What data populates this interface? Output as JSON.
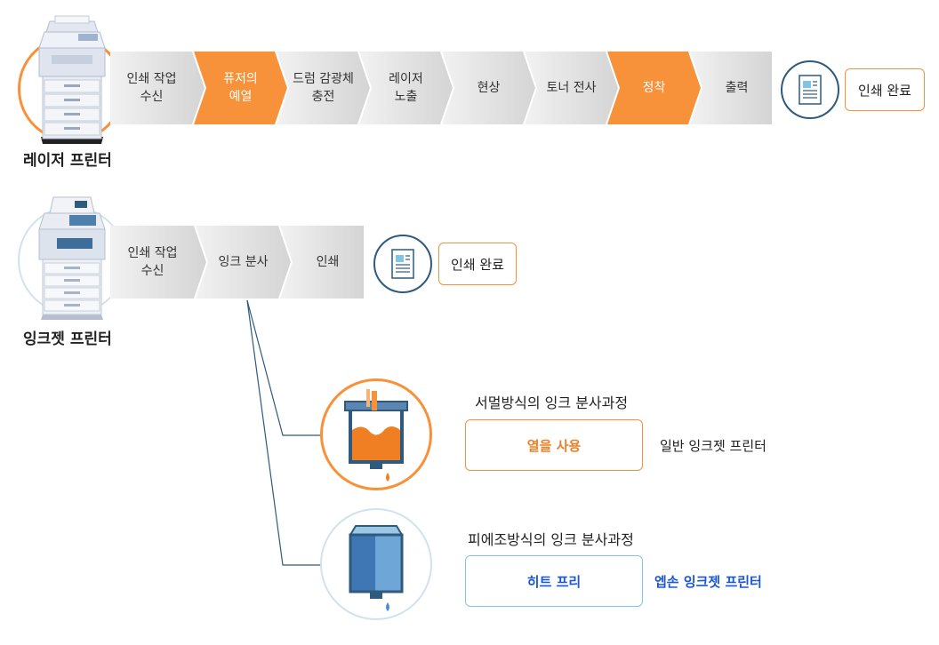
{
  "laser": {
    "label": "레이저 프린터",
    "steps": [
      "인쇄 작업\n수신",
      "퓨저의\n예열",
      "드럼 감광체\n충전",
      "레이저\n노출",
      "현상",
      "토너 전사",
      "정착",
      "출력"
    ],
    "highlighted": [
      1,
      6
    ],
    "done": "인쇄 완료"
  },
  "inkjet": {
    "label": "잉크젯 프린터",
    "steps": [
      "인쇄 작업\n수신",
      "잉크 분사",
      "인쇄"
    ],
    "done": "인쇄 완료"
  },
  "methods": {
    "thermal": {
      "title": "서멀방식의 잉크 분사과정",
      "box": "열을 사용",
      "note": "일반 잉크젯 프린터"
    },
    "piezo": {
      "title": "피에조방식의 잉크 분사과정",
      "box": "히트 프리",
      "note": "엡손 잉크젯 프린터"
    }
  },
  "colors": {
    "orange": "#f7913a",
    "gray_band": "#d9d9d9",
    "navy": "#2e5a7e",
    "blue": "#1a56db",
    "light_blue": "#7fc6e6"
  }
}
